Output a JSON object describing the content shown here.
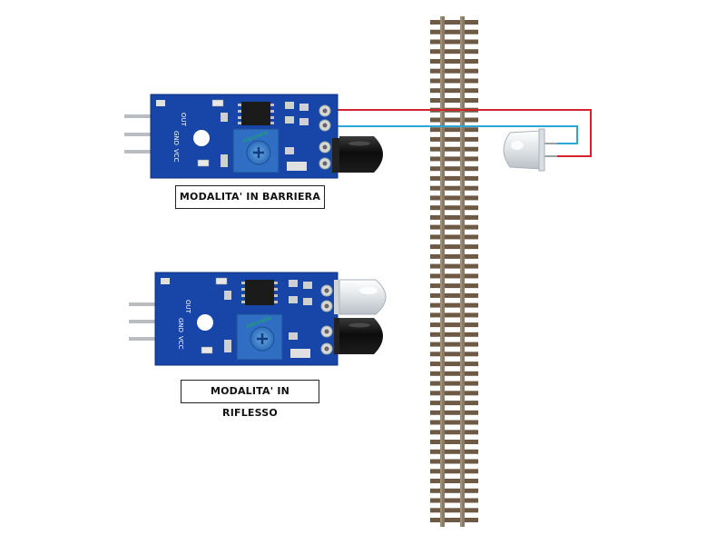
{
  "captions": {
    "barrier_mode": "MODALITA' IN BARRIERA",
    "reflex_mode": "MODALITA' IN RIFLESSO"
  },
  "board": {
    "pin_labels": [
      "OUT",
      "GND",
      "VCC"
    ],
    "pot_text": "Adjustable"
  },
  "colors": {
    "pcb": "#1746a8",
    "wire_red": "#d4232a",
    "wire_blue": "#2aa6d6",
    "rail": "#8b7b66",
    "tie": "#6e5a44",
    "ir_receiver": "#111111",
    "ir_emitter": "#e8ecef"
  },
  "track": {
    "ties": 52
  }
}
